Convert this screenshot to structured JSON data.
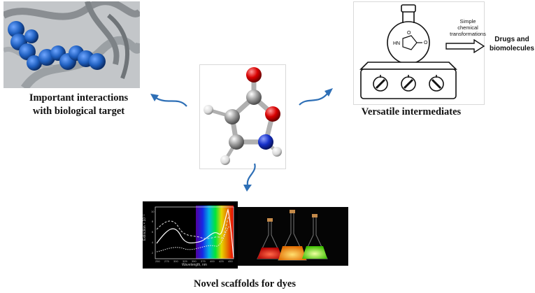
{
  "captions": {
    "protein": [
      "Important interactions",
      "with biological target"
    ],
    "intermediates": "Versatile intermediates",
    "dyes": "Novel scaffolds for dyes"
  },
  "flask_panel": {
    "transform_label": [
      "Simple",
      "chemical",
      "transformations"
    ],
    "product_label": [
      "Drugs and",
      "biomolecules"
    ],
    "ring_labels": {
      "nh": "HN",
      "o": "O"
    }
  },
  "molecule_labels": {
    "h1": "H",
    "h2": "H",
    "h3": "H"
  },
  "spectrum_plot": {
    "ylabel": "Extinction × 10⁻³",
    "xlabel": "Wavelength, nm",
    "x_ticks": [
      "250",
      "275",
      "300",
      "325",
      "350",
      "375",
      "400",
      "425",
      "450"
    ],
    "y_ticks": [
      "10",
      "8",
      "6",
      "4",
      "2"
    ]
  },
  "colors": {
    "arrow": "#2e6fb6",
    "protein_sphere": "#1f5fbf",
    "oxygen": "#d80000",
    "nitrogen": "#1530c8",
    "carbon": "#8a8a8a",
    "flask_red": "#ff2b1a",
    "flask_orange": "#ffb21a",
    "flask_green": "#9cff2a"
  }
}
